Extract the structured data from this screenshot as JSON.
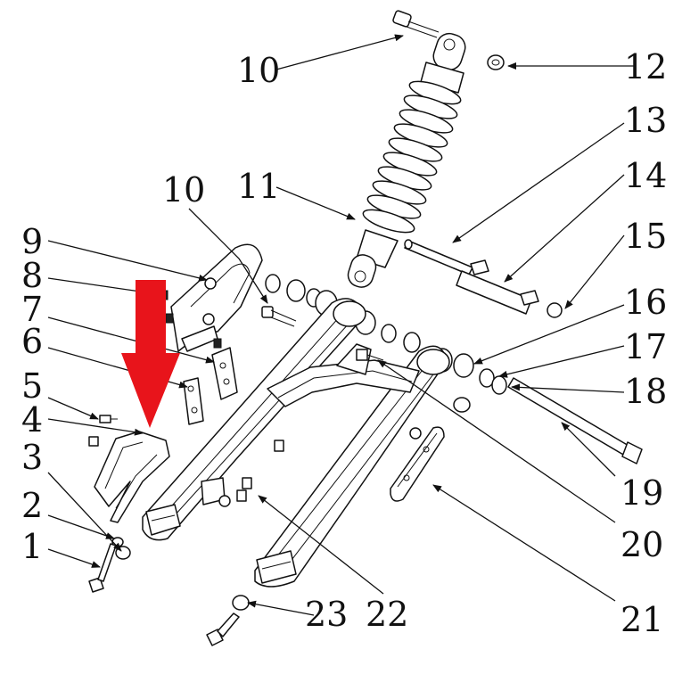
{
  "diagram": {
    "callouts": [
      "1",
      "2",
      "3",
      "4",
      "5",
      "6",
      "7",
      "8",
      "9",
      "10",
      "10",
      "11",
      "12",
      "13",
      "14",
      "15",
      "16",
      "17",
      "18",
      "19",
      "20",
      "21",
      "22",
      "23"
    ],
    "colors": {
      "line": "#111111",
      "background": "#ffffff",
      "highlight_arrow": "#e8141b"
    },
    "highlight_arrow_icon": "red-down-arrow-icon"
  }
}
